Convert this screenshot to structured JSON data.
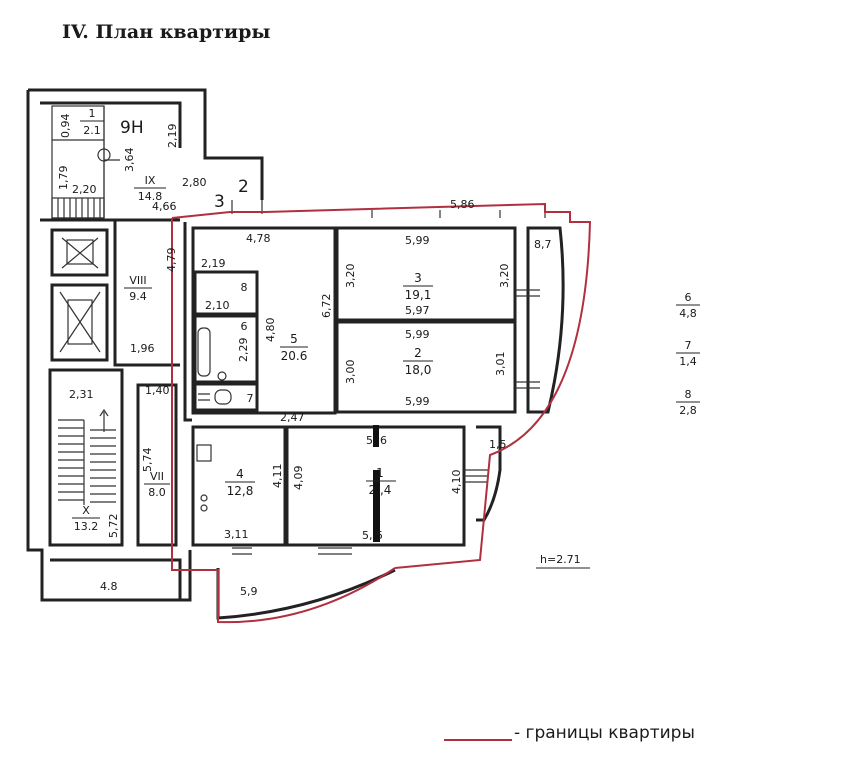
{
  "title": "IV. План квартиры",
  "legend": {
    "text": "- границы квартиры",
    "boundary_color": "#b03040"
  },
  "height_note": "h=2.71",
  "room_areas": [
    {
      "num": "1",
      "area": "2.1"
    },
    {
      "num": "IX",
      "area": "14.8"
    },
    {
      "num": "VIII",
      "area": "9.4"
    },
    {
      "num": "VII",
      "area": "8.0"
    },
    {
      "num": "X",
      "area": "13.2"
    },
    {
      "num": "8",
      "area": ""
    },
    {
      "num": "6",
      "area": ""
    },
    {
      "num": "7",
      "area": ""
    },
    {
      "num": "5",
      "area": "20.6"
    },
    {
      "num": "3",
      "area": "19,1"
    },
    {
      "num": "2",
      "area": "18,0"
    },
    {
      "num": "4",
      "area": "12,8"
    },
    {
      "num": "1",
      "area": "2 ,4"
    }
  ],
  "side_list": [
    {
      "num": "6",
      "area": "4,8"
    },
    {
      "num": "7",
      "area": "1,4"
    },
    {
      "num": "8",
      "area": "2,8"
    }
  ],
  "markers": [
    "9Н",
    "3",
    "2"
  ],
  "dimensions": [
    "0,94",
    "1,79",
    "2,20",
    "3,64",
    "2,19",
    "2,80",
    "4,66",
    "5,86",
    "4,78",
    "5,99",
    "5,97",
    "3,20",
    "3,20",
    "6,72",
    "2,19",
    "2,10",
    "4,80",
    "2,29",
    "4,79",
    "1,96",
    "1,40",
    "2,31",
    "5,74",
    "5,72",
    "4.8",
    "2,47",
    "5,99",
    "3,00",
    "3,01",
    "5,99",
    "8,7",
    "5, 6",
    "1,5",
    "4,11",
    "4,09",
    "4,10",
    "3,11",
    "5, 5",
    "5,9"
  ]
}
